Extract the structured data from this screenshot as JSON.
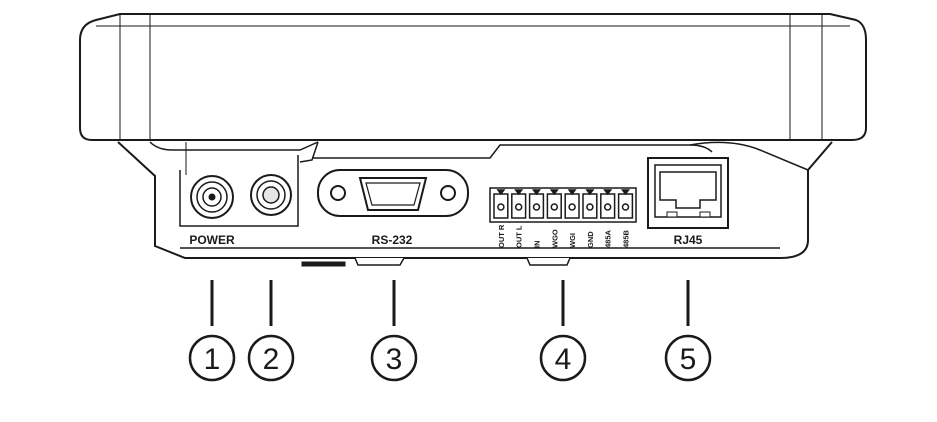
{
  "device_labels": {
    "power": "POWER",
    "rs232": "RS-232",
    "rj45": "RJ45"
  },
  "terminal_pins": [
    "OUT R",
    "OUT L",
    "IN",
    "WGO",
    "WGI",
    "GND",
    "485A",
    "485B"
  ],
  "callouts": [
    "1",
    "2",
    "3",
    "4",
    "5"
  ],
  "colors": {
    "line": "#1a1a1a",
    "fill": "#ffffff",
    "shade": "#d9d9d9"
  }
}
